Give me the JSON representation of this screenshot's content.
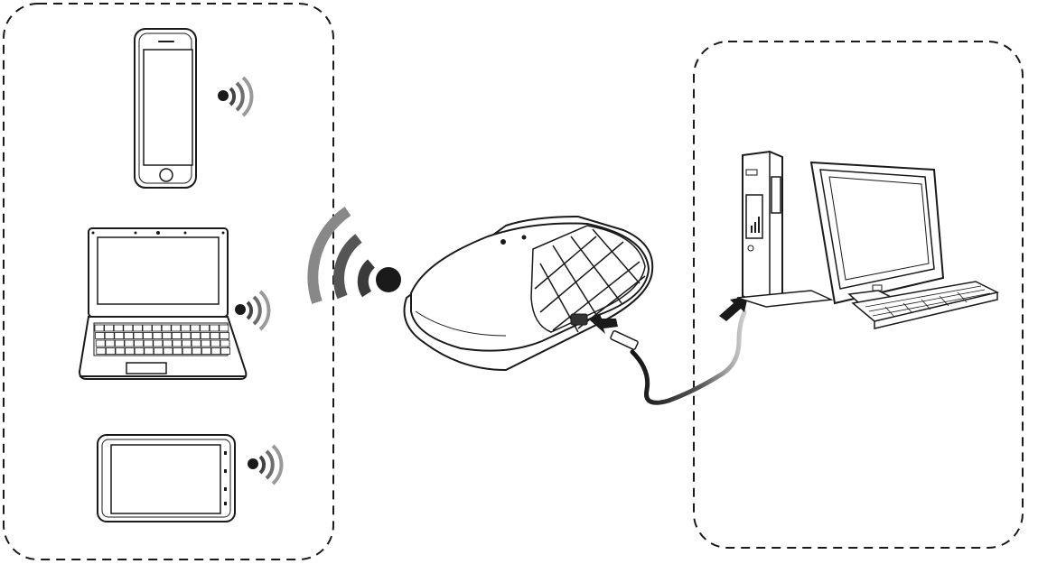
{
  "diagram": {
    "groups": [
      {
        "id": "wireless-clients",
        "members": [
          "smartphone-icon",
          "laptop-icon",
          "tablet-icon"
        ]
      },
      {
        "id": "wired-client",
        "members": [
          "desktop-computer-icon"
        ]
      }
    ],
    "center_device": "mobile-wifi-router-icon",
    "connections": [
      {
        "from": "mobile-wifi-router-icon",
        "to": "wireless-clients",
        "kind": "wifi"
      },
      {
        "from": "mobile-wifi-router-icon",
        "to": "desktop-computer-icon",
        "kind": "usb-cable"
      }
    ]
  },
  "colors": {
    "line": "#1a1a1a",
    "wave-dark": "#3a3a3a",
    "wave-mid": "#6e6e6e",
    "wave-light": "#9a9a9a",
    "background": "#ffffff"
  }
}
